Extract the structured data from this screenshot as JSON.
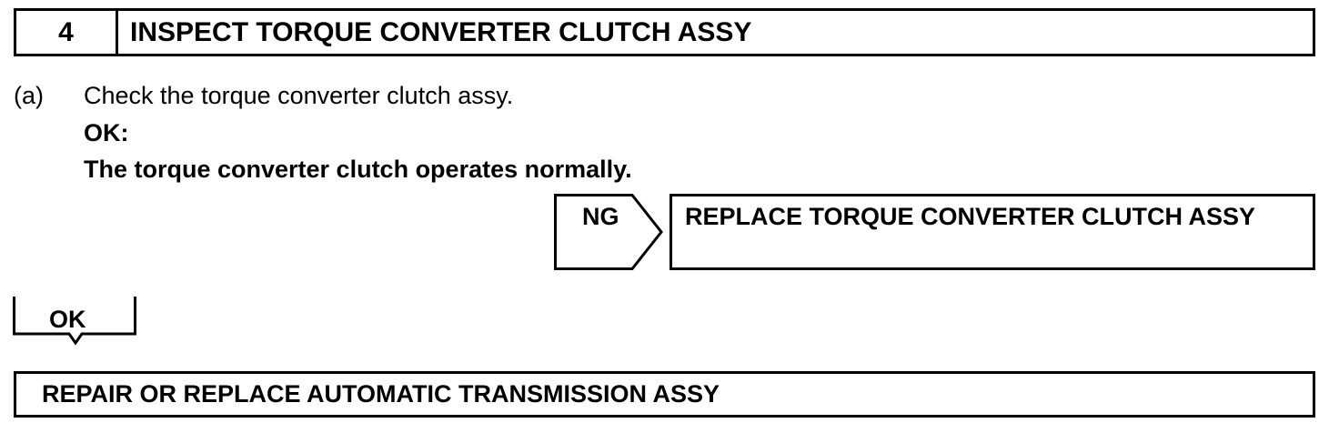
{
  "step": {
    "number": "4",
    "title": "INSPECT TORQUE CONVERTER CLUTCH ASSY"
  },
  "substep": {
    "label": "(a)",
    "text": "Check the torque converter clutch assy.",
    "ok_label": "OK:",
    "ok_text": "The torque converter clutch operates normally."
  },
  "ng_branch": {
    "label": "NG",
    "result": "REPLACE TORQUE CONVERTER CLUTCH ASSY"
  },
  "ok_branch": {
    "label": "OK"
  },
  "final_result": {
    "text": "REPAIR OR REPLACE AUTOMATIC TRANSMISSION ASSY"
  }
}
